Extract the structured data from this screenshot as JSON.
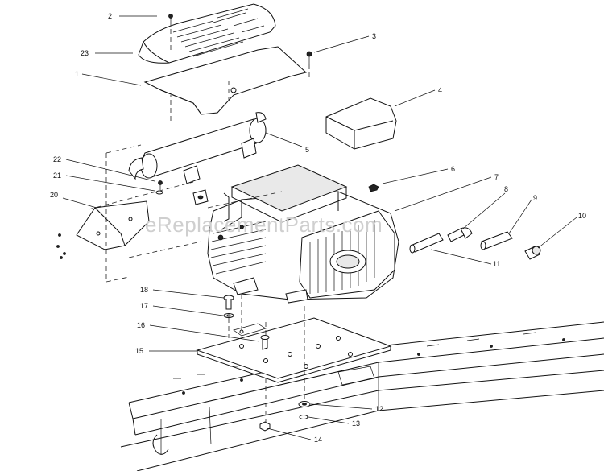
{
  "watermark": "eReplacementParts.com",
  "callouts": [
    {
      "id": "2",
      "label": "2"
    },
    {
      "id": "23",
      "label": "23"
    },
    {
      "id": "1",
      "label": "1"
    },
    {
      "id": "3",
      "label": "3"
    },
    {
      "id": "4",
      "label": "4"
    },
    {
      "id": "5",
      "label": "5"
    },
    {
      "id": "6",
      "label": "6"
    },
    {
      "id": "7",
      "label": "7"
    },
    {
      "id": "8",
      "label": "8"
    },
    {
      "id": "9",
      "label": "9"
    },
    {
      "id": "10",
      "label": "10"
    },
    {
      "id": "11",
      "label": "11"
    },
    {
      "id": "22",
      "label": "22"
    },
    {
      "id": "21",
      "label": "21"
    },
    {
      "id": "20",
      "label": "20"
    },
    {
      "id": "18",
      "label": "18"
    },
    {
      "id": "17",
      "label": "17"
    },
    {
      "id": "16",
      "label": "16"
    },
    {
      "id": "15",
      "label": "15"
    },
    {
      "id": "12",
      "label": "12"
    },
    {
      "id": "13",
      "label": "13"
    },
    {
      "id": "14",
      "label": "14"
    }
  ]
}
